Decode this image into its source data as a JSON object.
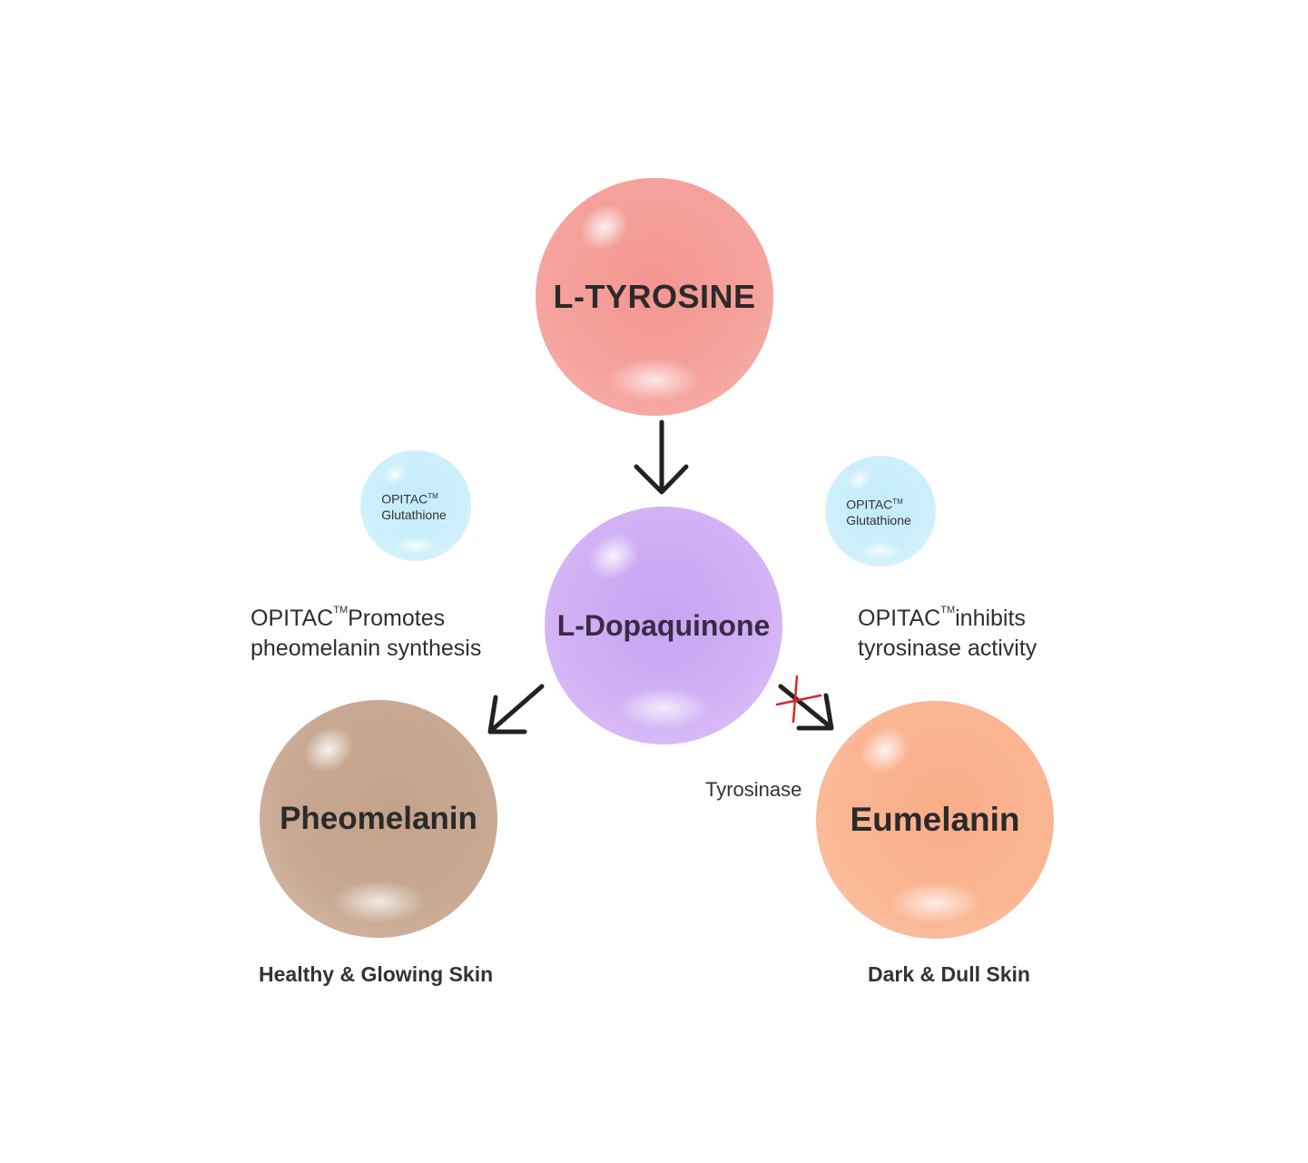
{
  "nodes": {
    "tyrosine": "L-TYROSINE",
    "dopaquinone": "L-Dopaquinone",
    "pheomelanin": "Pheomelanin",
    "eumelanin": "Eumelanin"
  },
  "glutathione_left": {
    "brand": "OPITAC",
    "tm": "TM",
    "name": "Glutathione"
  },
  "glutathione_right": {
    "brand": "OPITAC",
    "tm": "TM",
    "name": "Glutathione"
  },
  "note_left": {
    "brand": "OPITAC",
    "tm": "TM",
    "line1_rest": "Promotes",
    "line2": "pheomelanin synthesis"
  },
  "note_right": {
    "brand": "OPITAC",
    "tm": "TM",
    "line1_rest": "inhibits",
    "line2": "tyrosinase activity"
  },
  "enzyme_label": "Tyrosinase",
  "captions": {
    "left": "Healthy & Glowing Skin",
    "right": "Dark & Dull Skin"
  },
  "colors": {
    "tyrosine": "#f5a29c",
    "dopaquinone": "#d2b2f5",
    "pheomelanin": "#c9a993",
    "eumelanin": "#fab693",
    "glutathione": "#cdeffb",
    "arrow": "#222222",
    "block_mark": "#d9262b"
  }
}
